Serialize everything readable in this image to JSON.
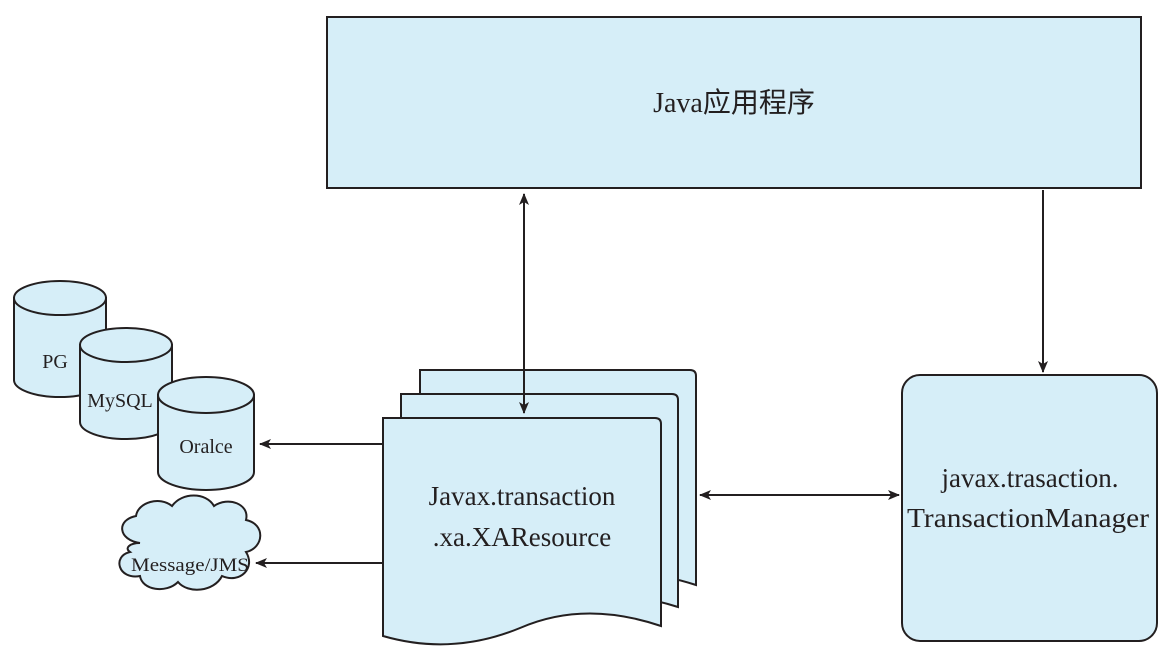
{
  "colors": {
    "fill": "#d6eef8",
    "stroke": "#231f20",
    "background": "#ffffff"
  },
  "nodes": {
    "app": {
      "label": "Java应用程序"
    },
    "databases": [
      {
        "label": "PG"
      },
      {
        "label": "MySQL"
      },
      {
        "label": "Oralce"
      }
    ],
    "mq": {
      "label": "Message/JMS"
    },
    "xa_resource": {
      "line1": "Javax.transaction",
      "line2": ".xa.XAResource"
    },
    "tx_manager": {
      "line1": "javax.trasaction.",
      "line2": "TransactionManager"
    }
  },
  "edges": [
    {
      "from": "app",
      "to": "xa_resource",
      "direction": "both"
    },
    {
      "from": "app",
      "to": "tx_manager",
      "direction": "forward"
    },
    {
      "from": "xa_resource",
      "to": "tx_manager",
      "direction": "both"
    },
    {
      "from": "xa_resource",
      "to": "databases",
      "direction": "forward"
    },
    {
      "from": "xa_resource",
      "to": "mq",
      "direction": "forward"
    }
  ]
}
